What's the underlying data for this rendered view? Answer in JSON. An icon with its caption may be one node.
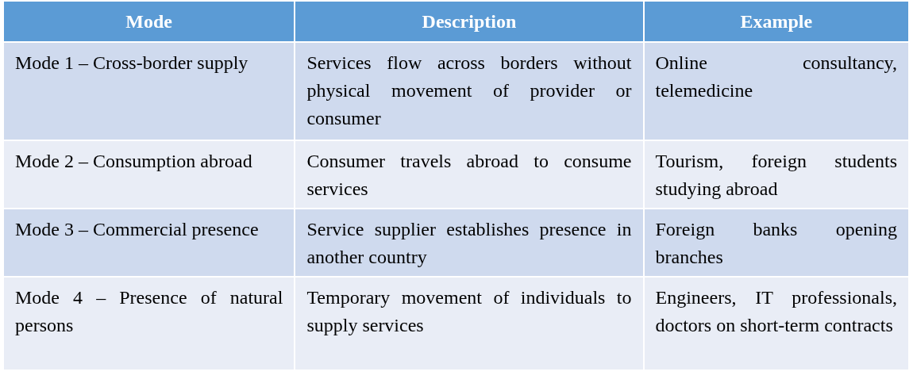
{
  "diagram": {
    "labels": [
      "Mode",
      "Description",
      "Example",
      "Mode 1 – Cross-border supply",
      "Services flow across borders without physical movement of provider or consumer",
      "Online consultancy, telemedicine",
      "Mode 2 – Consumption abroad",
      "Consumer travels abroad to consume services",
      "Tourism, foreign students studying abroad",
      "Mode 3 – Commercial presence",
      "Service supplier establishes presence in another country",
      "Foreign banks opening branches",
      "Mode 4 – Presence of natural persons",
      "Temporary movement of individuals to supply services",
      "Engineers, IT professionals, doctors on short-term contracts"
    ]
  }
}
